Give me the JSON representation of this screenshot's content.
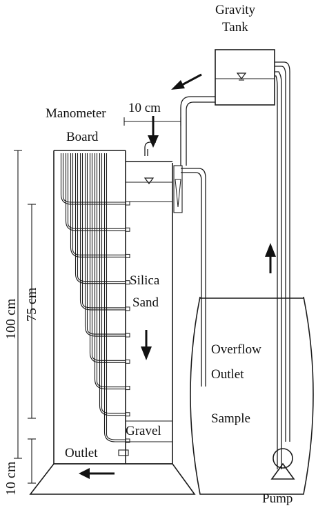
{
  "labels": {
    "gravity_tank_line1": "Gravity",
    "gravity_tank_line2": "Tank",
    "manometer_line1": "Manometer",
    "manometer_line2": "Board",
    "dim_top": "10 cm",
    "dim_total": "100 cm",
    "dim_sand": "75 cm",
    "dim_bottom": "10 cm",
    "silica_line1": "Silica",
    "silica_line2": "Sand",
    "gravel": "Gravel",
    "outlet": "Outlet",
    "overflow_line1": "Overflow",
    "overflow_line2": "Outlet",
    "sample": "Sample",
    "pump": "Pump"
  },
  "icons": {
    "flow_arrow": "arrow-icon",
    "water_level": "water-level-triangle-icon",
    "pump": "pump-icon"
  },
  "colors": {
    "ink": "#1a1a1a",
    "background": "#ffffff"
  },
  "manometer_tap_count": 10
}
